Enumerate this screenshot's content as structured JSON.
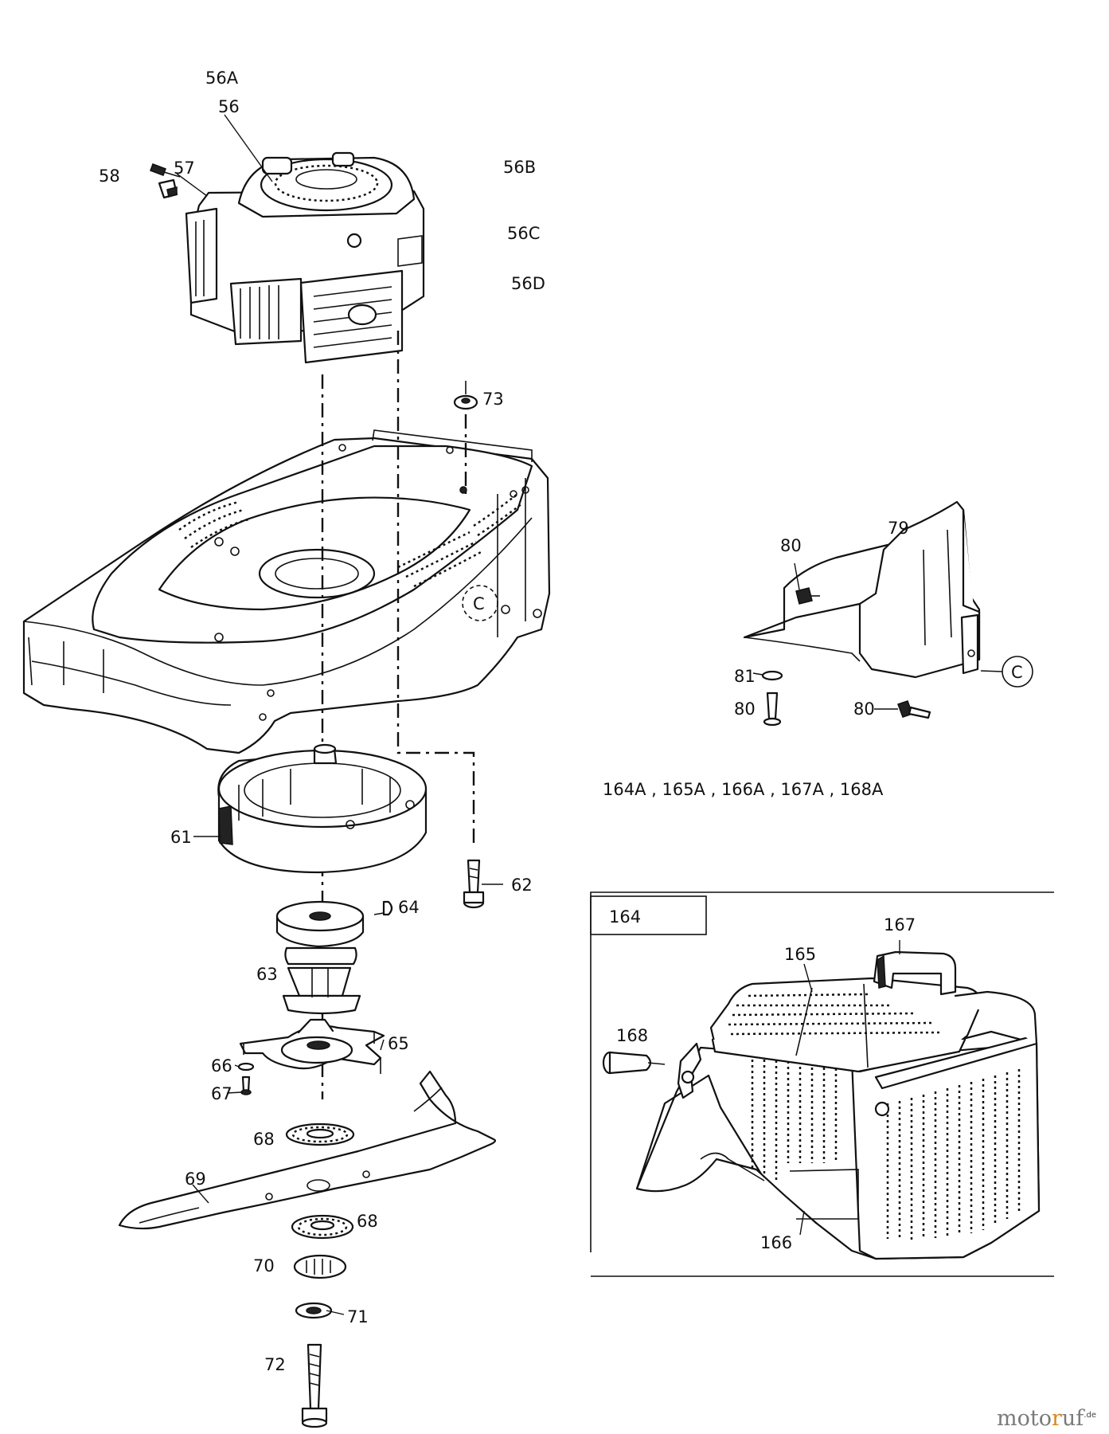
{
  "labels": {
    "p56a": "56A",
    "p56": "56",
    "p58": "58",
    "p57": "57",
    "p56b": "56B",
    "p56c": "56C",
    "p56d": "56D",
    "p73": "73",
    "p80a": "80",
    "p79": "79",
    "pc1": "C",
    "pc2": "C",
    "p81": "81",
    "p80b": "80",
    "p80c": "80",
    "variants": "164A , 165A , 166A , 167A , 168A",
    "p61": "61",
    "p62": "62",
    "p64": "64",
    "p63": "63",
    "p65": "65",
    "p66": "66",
    "p67": "67",
    "p68a": "68",
    "p69": "69",
    "p68b": "68",
    "p70": "70",
    "p71": "71",
    "p72": "72",
    "p164": "164",
    "p167": "167",
    "p165": "165",
    "p168": "168",
    "p166": "166"
  },
  "brand": {
    "name_a": "moto",
    "name_f": "r",
    "name_b": "uf",
    "tld": ".de"
  },
  "colors": {
    "ink": "#111111",
    "brand_grey": "#7a7a7a",
    "brand_accent": "#d6891c"
  }
}
